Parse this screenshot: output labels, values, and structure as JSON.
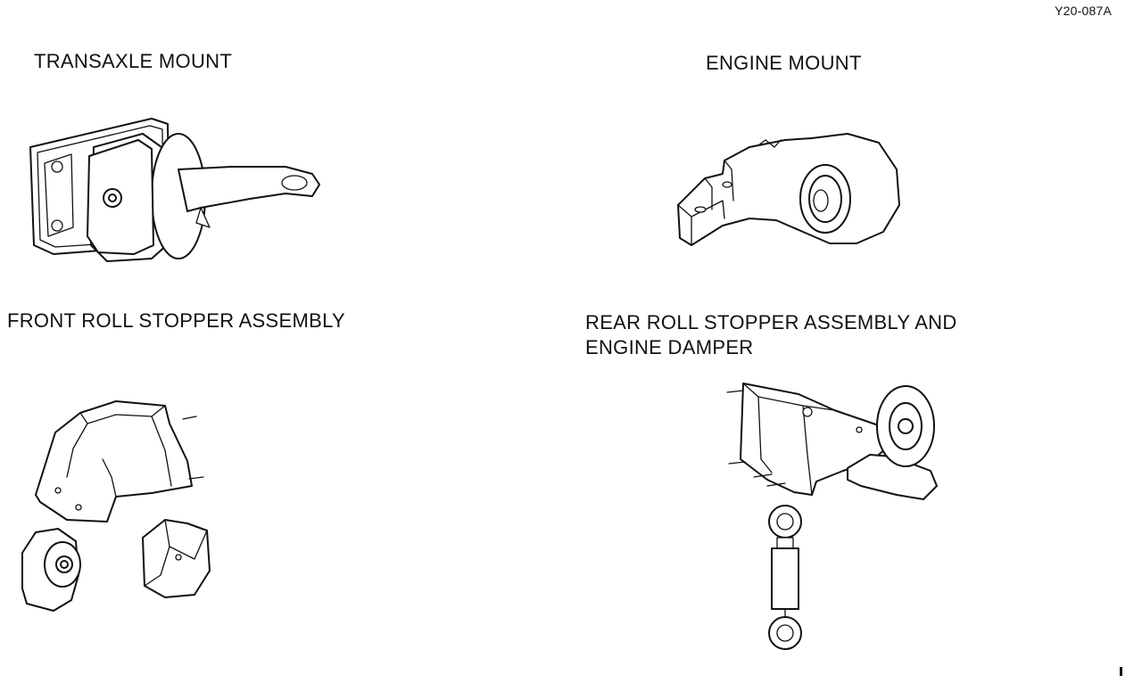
{
  "figure": {
    "ref_code": "Y20-087A",
    "labels": {
      "transaxle_mount": "TRANSAXLE MOUNT",
      "engine_mount": "ENGINE MOUNT",
      "front_roll_stopper": "FRONT ROLL STOPPER ASSEMBLY",
      "rear_roll_stopper_line1": "REAR ROLL STOPPER ASSEMBLY AND",
      "rear_roll_stopper_line2": "ENGINE DAMPER"
    }
  }
}
